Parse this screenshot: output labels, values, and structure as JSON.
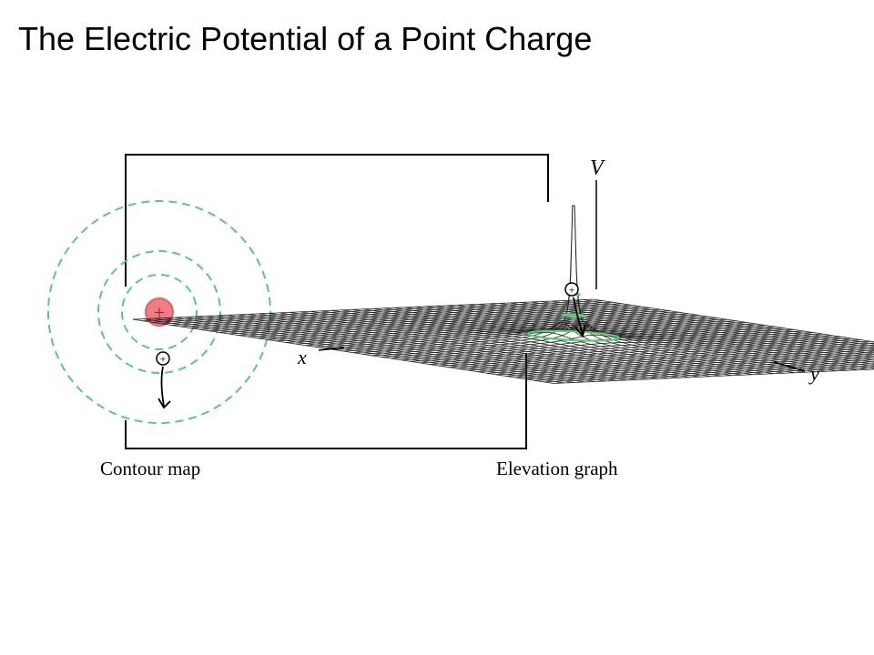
{
  "slide": {
    "title": "The Electric Potential of a Point Charge"
  },
  "figure": {
    "contour_caption": "Contour map",
    "elevation_caption": "Elevation graph",
    "axis_x": "x",
    "axis_y": "y",
    "axis_v": "V",
    "source_charge_symbol": "+",
    "test_charge_symbol": "+",
    "contour_line_color": "#5cc878",
    "source_charge_color": "#e0626a",
    "mesh_color": "#222222"
  }
}
